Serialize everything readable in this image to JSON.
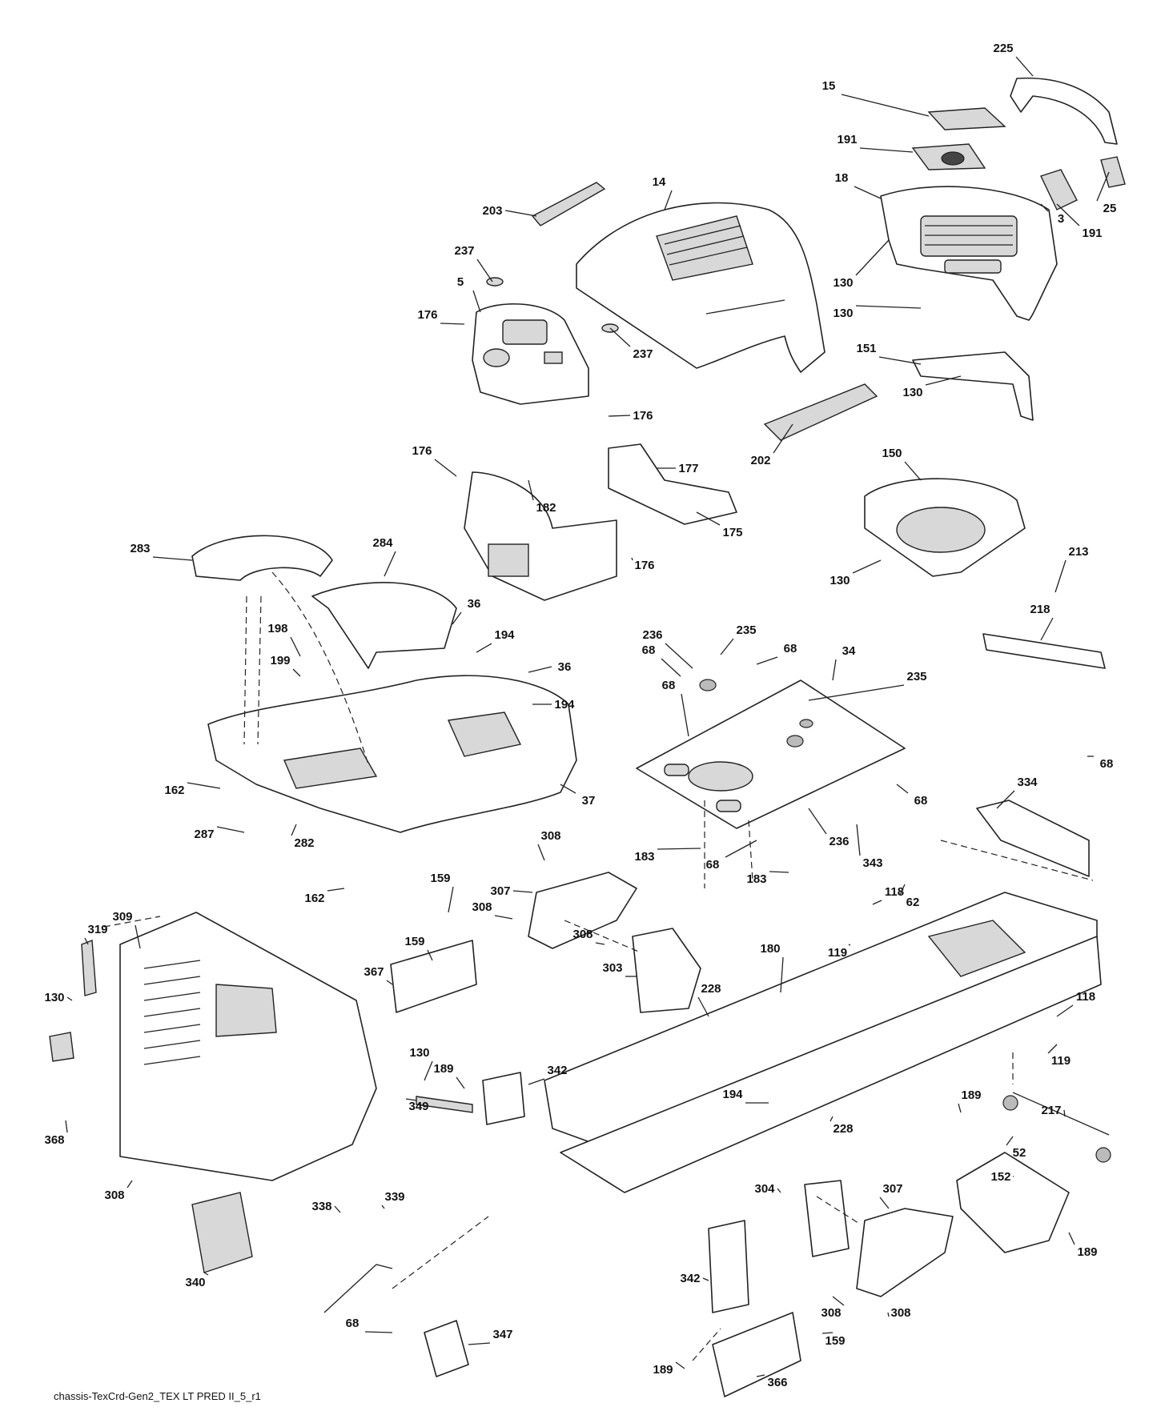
{
  "diagram": {
    "caption": "chassis-TexCrd-Gen2_TEX LT PRED II_5_r1",
    "colors": {
      "line": "#222222",
      "fill": "#ffffff",
      "shade": "#d8d8d8",
      "text": "#111111"
    },
    "labels": [
      "225",
      "15",
      "191",
      "18",
      "3",
      "25",
      "191",
      "14",
      "203",
      "237",
      "130",
      "130",
      "5",
      "176",
      "237",
      "151",
      "130",
      "176",
      "202",
      "176",
      "177",
      "182",
      "175",
      "150",
      "176",
      "130",
      "283",
      "284",
      "213",
      "218",
      "68",
      "36",
      "194",
      "198",
      "36",
      "236",
      "235",
      "68",
      "34",
      "199",
      "194",
      "235",
      "68",
      "68",
      "162",
      "37",
      "287",
      "68",
      "236",
      "183",
      "334",
      "282",
      "308",
      "68",
      "343",
      "183",
      "162",
      "307",
      "308",
      "62",
      "308",
      "159",
      "118",
      "309",
      "319",
      "159",
      "180",
      "119",
      "367",
      "303",
      "130",
      "228",
      "118",
      "130",
      "189",
      "342",
      "119",
      "194",
      "189",
      "349",
      "368",
      "228",
      "217",
      "52",
      "308",
      "304",
      "307",
      "152",
      "339",
      "338",
      "189",
      "340",
      "342",
      "308",
      "308",
      "68",
      "347",
      "159",
      "189",
      "366"
    ]
  }
}
